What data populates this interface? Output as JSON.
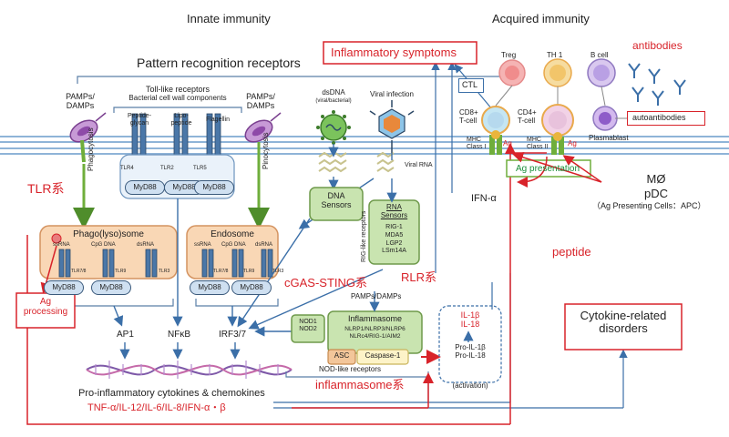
{
  "headings": {
    "innate": "Innate immunity",
    "acquired": "Acquired immunity",
    "prr": "Pattern recognition receptors"
  },
  "top": {
    "inflammatory_symptoms": "Inflammatory symptoms",
    "antibodies": "antibodies",
    "treg": "Treg",
    "th1": "TH 1",
    "bcell": "B cell",
    "ctl": "CTL",
    "cd8": "CD8+\nT-cell",
    "cd4": "CD4+\nT-cell",
    "autoantibodies": "autoantibodies",
    "plasmablast": "Plasmablast",
    "mhc1": "MHC\nClass I",
    "mhc2": "MHC\nClass II",
    "ag": "Ag",
    "ag_presentation": "Ag presentation",
    "mo": "MØ",
    "pdc": "pDC",
    "apc": "（Ag Presenting Cells：APC）",
    "ifn_alpha": "IFN-α",
    "peptide": "peptide",
    "cytokine_disorders": "Cytokine-related\ndisorders"
  },
  "tlr": {
    "pamps_left": "PAMPs/\nDAMPs",
    "pamps_right": "PAMPs/\nDAMPs",
    "title": "Toll-like receptors",
    "subtitle": "Bacterial cell wall components",
    "peptidoglycan": "Peptide-\nglycan",
    "lipopeptide": "Lipo-\npeptide",
    "flagellin": "Flagellin",
    "tlr4": "TLR4",
    "tlr2": "TLR2",
    "tlr5": "TLR5",
    "myd88": "MyD88",
    "phagocytosis": "Phagocytosis",
    "pinocytosis": "Pinocytosis",
    "tlr_kei": "TLR系"
  },
  "phago": {
    "title": "Phago(lyso)some",
    "ssrna": "ssRNA",
    "cpg": "CpG DNA",
    "dsrna": "dsRNA",
    "tlr78": "TLR7/8",
    "tlr9": "TLR9",
    "tlr3": "TLR3"
  },
  "endo": {
    "title": "Endosome",
    "ssrna": "ssRNA",
    "cpg": "CpG DNA",
    "dsrna": "dsRNA",
    "tlr78": "TLR7/8",
    "tlr9": "TLR9",
    "tlr3": "TLR3"
  },
  "dna": {
    "dsdna": "dsDNA",
    "viral_bacterial": "(viral/bacterial)",
    "viral_infection": "Viral infection",
    "viral_rna": "Viral RNA",
    "sensors": "DNA\nSensors",
    "cgas": "cGAS-STING系"
  },
  "rlr": {
    "side_label": "RIG-like receptors",
    "title": "RNA\nSensors",
    "items": "RIG-1\nMDA5\nLGP2\nLSm14A",
    "kei": "RLR系"
  },
  "nlr": {
    "pamps": "PAMPs/DAMPs",
    "nod": "NOD1\nNOD2",
    "title": "Inflammasome",
    "members": "NLRP1/NLRP3/NLRP6\nNLRc4/RIG-1/AIM2",
    "asc": "ASC",
    "caspase": "Caspase-1",
    "nod_like": "NOD-like receptors",
    "kei": "inflammasome系",
    "il": "IL-1β\nIL-18",
    "pro": "Pro-IL-1β\nPro-IL-18",
    "activation": "(activation)"
  },
  "bottom": {
    "ag_processing": "Ag\nprocessing",
    "ap1": "AP1",
    "nfkb": "NFκB",
    "irf": "IRF3/7",
    "cytokines": "Pro-inflammatory cytokines & chemokines",
    "list": "TNF-α/IL-12/IL-6/IL-8/IFN-α・β"
  }
}
